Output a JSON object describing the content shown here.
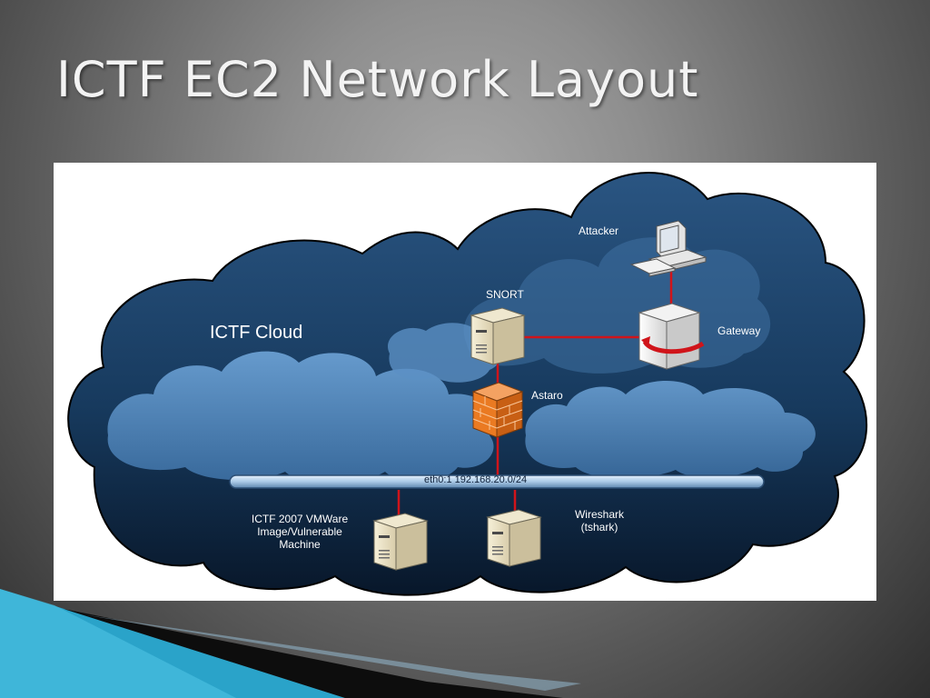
{
  "slide": {
    "title": "ICTF EC2 Network Layout"
  },
  "diagram": {
    "cloud_label": "ICTF Cloud",
    "network_label": "eth0:1 192.168.20.0/24",
    "nodes": {
      "attacker": "Attacker",
      "snort": "SNORT",
      "gateway": "Gateway",
      "astaro": "Astaro",
      "vulnerable_line1": "ICTF 2007 VMWare",
      "vulnerable_line2": "Image/Vulnerable",
      "vulnerable_line3": "Machine",
      "wireshark_line1": "Wireshark",
      "wireshark_line2": "(tshark)"
    }
  },
  "colors": {
    "cloud_dark": "#0c2036",
    "cloud_mid": "#2f5f8f",
    "cloud_light": "#5a90c6",
    "link_red": "#d0141a",
    "firewall_orange": "#e8731c",
    "bus_blue": "#b9d3ea"
  },
  "icons": [
    "computer-icon",
    "server-icon",
    "firewall-icon",
    "gateway-icon"
  ]
}
